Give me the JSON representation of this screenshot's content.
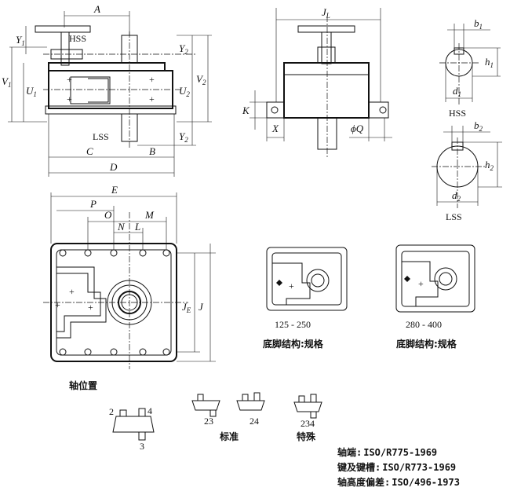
{
  "dims": {
    "A": "A",
    "B": "B",
    "C": "C",
    "D": "D",
    "E": "E",
    "P": "P",
    "O": "O",
    "M": "M",
    "N": "N",
    "L": "L",
    "JL": "J",
    "JL_sub": "L",
    "JE": "J",
    "JE_sub": "E",
    "J": "J",
    "K": "K",
    "X": "X",
    "phiQ": "ϕQ",
    "Y1": "Y",
    "Y1_sub": "1",
    "Y2a": "Y",
    "Y2a_sub": "2",
    "Y2b": "Y",
    "Y2b_sub": "2",
    "V1": "V",
    "V1_sub": "1",
    "U1": "U",
    "U1_sub": "1",
    "U2": "U",
    "U2_sub": "2",
    "V2": "V",
    "V2_sub": "2",
    "b1": "b",
    "b1_sub": "1",
    "h1": "h",
    "h1_sub": "1",
    "d1": "d",
    "d1_sub": "1",
    "b2": "b",
    "b2_sub": "2",
    "h2": "h",
    "h2_sub": "2",
    "d2": "d",
    "d2_sub": "2"
  },
  "labels": {
    "hss_main": "HSS",
    "lss_main": "LSS",
    "hss_key": "HSS",
    "lss_key": "LSS",
    "range1": "125 - 250",
    "range2": "280 - 400",
    "foot_caption1": "底脚结构:规格",
    "foot_caption2": "底脚结构:规格",
    "shaft_position": "轴位置",
    "pos2": "2",
    "pos4": "4",
    "pos3": "3",
    "pos23": "23",
    "pos24": "24",
    "pos234": "234",
    "standard": "标准",
    "special": "特殊"
  },
  "standards": [
    {
      "label": "轴端:",
      "value": "ISO/R775-1969"
    },
    {
      "label": "键及键槽:",
      "value": "ISO/R773-1969"
    },
    {
      "label": "轴高度偏差:",
      "value": "ISO/496-1973"
    }
  ]
}
